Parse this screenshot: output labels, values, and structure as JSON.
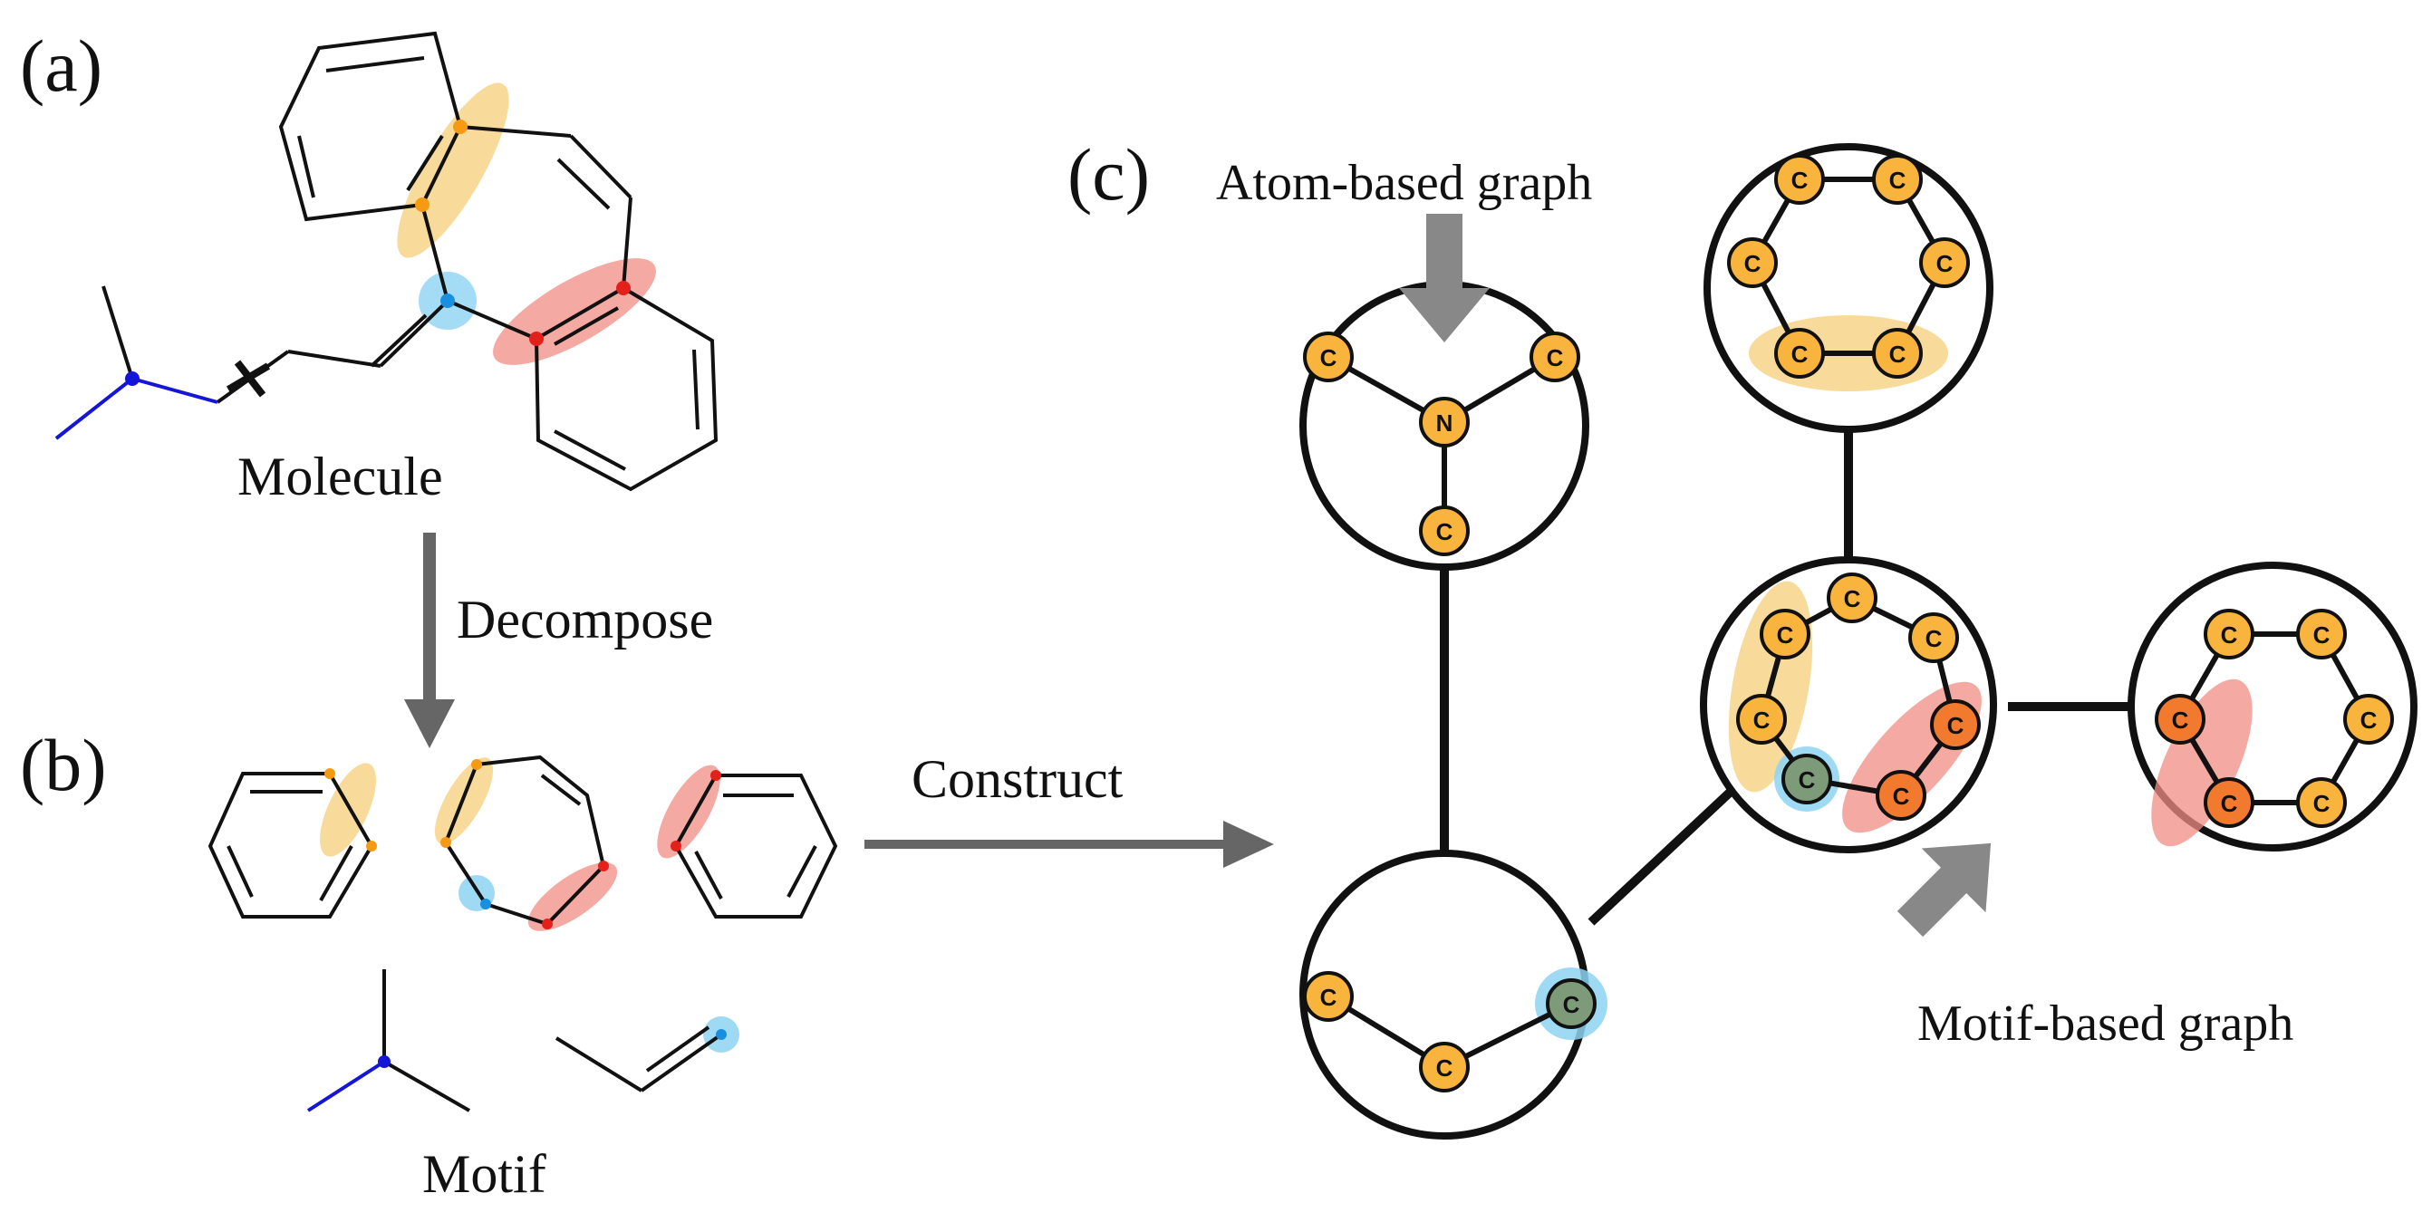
{
  "panels": {
    "a": "(a)",
    "b": "(b)",
    "c": "(c)"
  },
  "labels": {
    "molecule": "Molecule",
    "decompose": "Decompose",
    "motif": "Motif",
    "construct": "Construct",
    "atom_graph": "Atom-based graph",
    "motif_graph": "Motif-based graph"
  },
  "atoms": {
    "carbon": "C",
    "nitrogen": "N"
  },
  "colors": {
    "yellow_highlight": "#f6cf78",
    "red_highlight": "#f08c83",
    "blue_highlight": "#8ed3f2",
    "atom_fill": "#f8b43c",
    "atom_fill_red": "#f27a2e",
    "atom_fill_shared": "#7d9a79",
    "nitrogen_bond": "#1515d8",
    "arrow": "#666666"
  }
}
